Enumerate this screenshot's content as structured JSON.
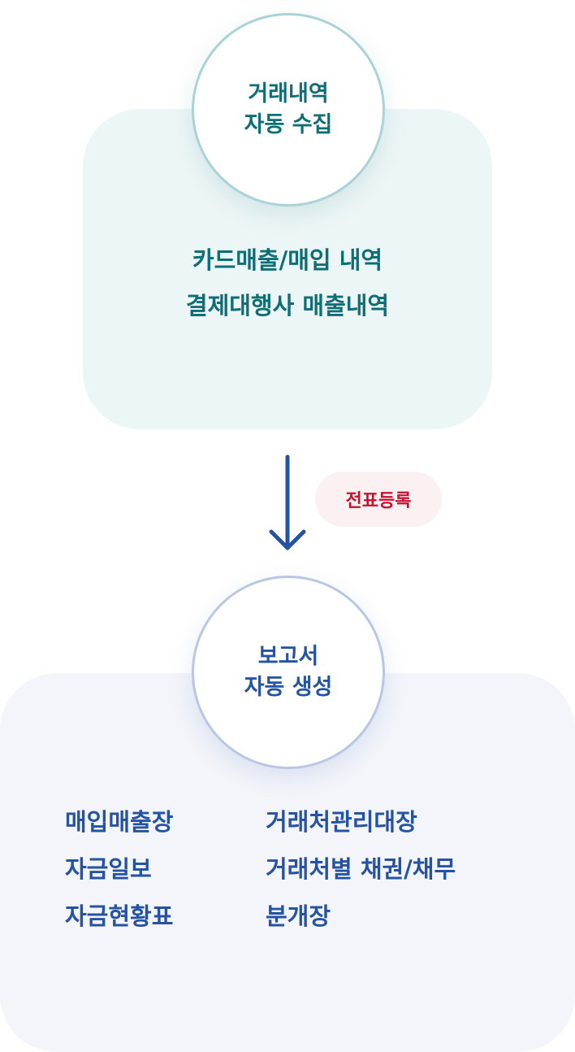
{
  "step1": {
    "title_line1": "거래내역",
    "title_line2": "자동 수집",
    "items": [
      "카드매출/매입 내역",
      "결제대행사 매출내역"
    ]
  },
  "connector": {
    "label": "전표등록"
  },
  "step2": {
    "title_line1": "보고서",
    "title_line2": "자동 생성",
    "items_left": [
      "매입매출장",
      "자금일보",
      "자금현황표"
    ],
    "items_right": [
      "거래처관리대장",
      "거래처별 채권/채무",
      "분개장"
    ]
  },
  "colors": {
    "teal": "#0d6e75",
    "blue": "#2553a3",
    "red": "#c8102e"
  }
}
